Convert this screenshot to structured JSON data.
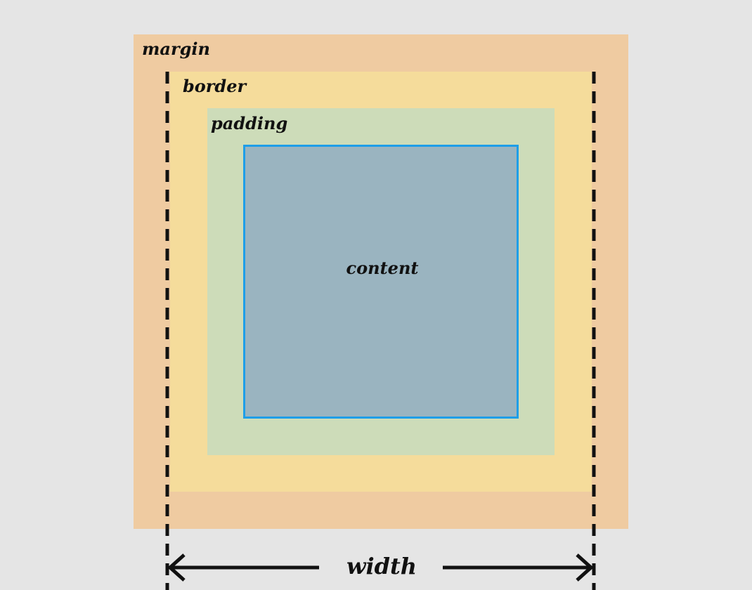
{
  "diagram": {
    "labels": {
      "margin": "margin",
      "border": "border",
      "padding": "padding",
      "content": "content",
      "width": "width"
    },
    "colors": {
      "background": "#e5e5e5",
      "margin": "#efcba1",
      "border": "#f5dc9b",
      "padding": "#cddcb9",
      "content": "#9ab4c0",
      "content_outline": "#1e9ee8",
      "measure_lines": "#111111"
    }
  }
}
